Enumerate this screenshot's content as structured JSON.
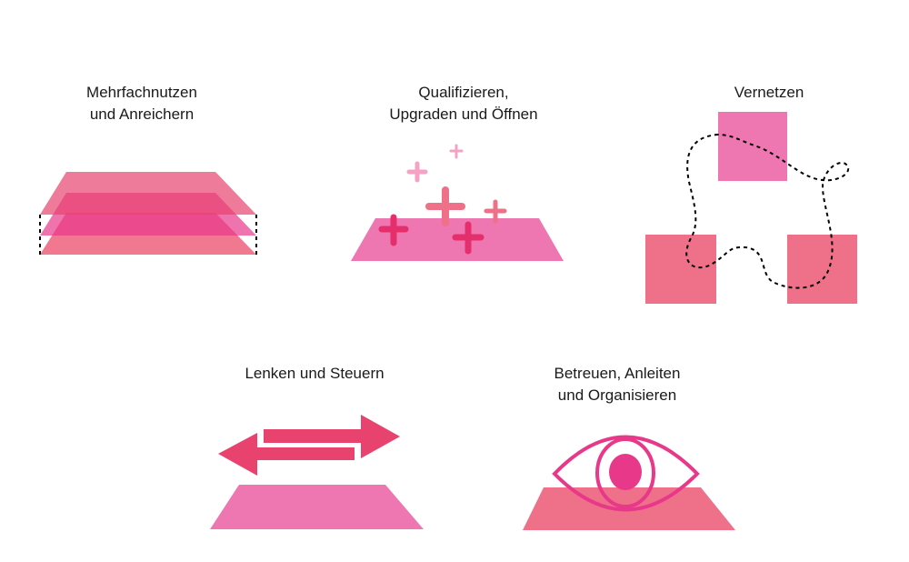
{
  "panels": [
    {
      "title_lines": [
        "Mehrfachnutzen",
        "und Anreichern"
      ]
    },
    {
      "title_lines": [
        "Qualifizieren,",
        "Upgraden und Öffnen"
      ]
    },
    {
      "title_lines": [
        "Vernetzen"
      ]
    },
    {
      "title_lines": [
        "Lenken und Steuern"
      ]
    },
    {
      "title_lines": [
        "Betreuen, Anleiten",
        "und Organisieren"
      ]
    }
  ],
  "colors": {
    "salmon": "#ef7189",
    "pink": "#ee77b2",
    "dark": "#e52f6c",
    "light": "#f4a3c4",
    "mid": "#e8436f",
    "eye": "#e8388a"
  }
}
